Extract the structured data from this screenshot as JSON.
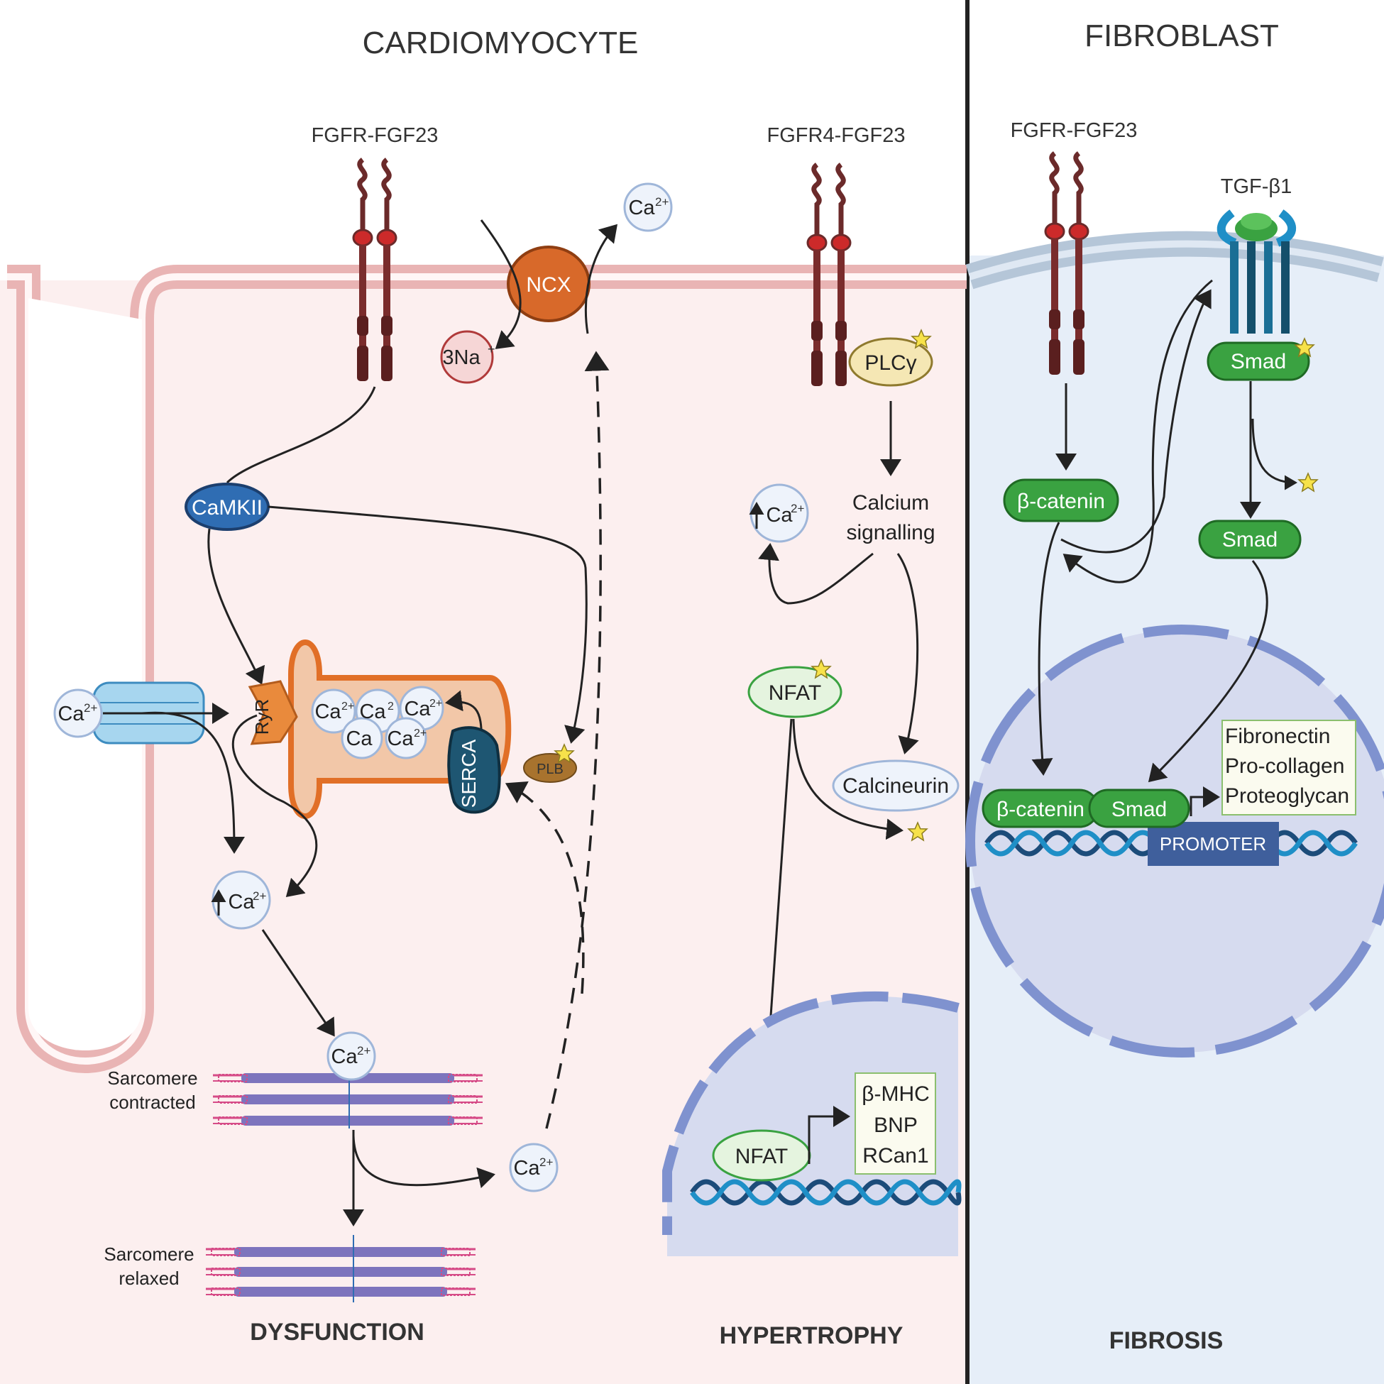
{
  "panels": {
    "cardiomyocyte": "CARDIOMYOCYTE",
    "fibroblast": "FIBROBLAST"
  },
  "receptors": {
    "fgfr_fgf23_left": "FGFR-FGF23",
    "fgfr4_fgf23": "FGFR4-FGF23",
    "fgfr_fgf23_right": "FGFR-FGF23",
    "tgf_b1": "TGF-β1"
  },
  "molecules": {
    "ncx": "NCX",
    "na": "3Na",
    "na_sup": "+",
    "camkii": "CaMKII",
    "ryr": "RyR",
    "serca": "SERCA",
    "plb": "PLB",
    "plcg": "PLCγ",
    "calcium_signalling_1": "Calcium",
    "calcium_signalling_2": "signalling",
    "nfat": "NFAT",
    "nfat_nucleus": "NFAT",
    "calcineurin": "Calcineurin",
    "beta_catenin": "β-catenin",
    "beta_catenin_dna": "β-catenin",
    "smad_membrane": "Smad",
    "smad_cyto": "Smad",
    "smad_dna": "Smad",
    "promoter": "PROMOTER"
  },
  "ions": {
    "ca": "Ca",
    "ca_sup": "2+",
    "ca_trunc": "Ca",
    "ca_trunc_sup": "2"
  },
  "sarcomere": {
    "contracted_1": "Sarcomere",
    "contracted_2": "contracted",
    "relaxed_1": "Sarcomere",
    "relaxed_2": "relaxed"
  },
  "genes_hypertrophy": [
    "β-MHC",
    "BNP",
    "RCan1"
  ],
  "genes_fibrosis": [
    "Fibronectin",
    "Pro-collagen",
    "Proteoglycan"
  ],
  "outcomes": {
    "dysfunction": "DYSFUNCTION",
    "hypertrophy": "HYPERTROPHY",
    "fibrosis": "FIBROSIS"
  },
  "colors": {
    "cardio_bg": "#fcefef",
    "fibro_bg": "#e6eef8",
    "membrane": "#e9b4b4",
    "receptor": "#6b2a2a",
    "receptor_dot": "#cc2a2a",
    "ncx": "#d8692a",
    "camkii": "#2f6db3",
    "green": "#3aa241",
    "nucleus": "#d6dbef",
    "nucleus_edge": "#7f92cf"
  }
}
